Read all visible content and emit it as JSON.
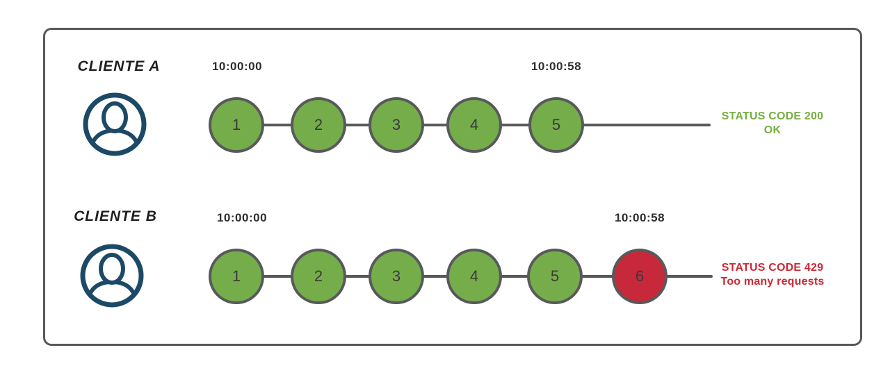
{
  "colors": {
    "success_green": "#75ad4b",
    "success_text_green": "#76b041",
    "error_red": "#c7293a",
    "error_text_red": "#cb2936",
    "connector_gray": "#58595b",
    "frame_gray": "#57585a",
    "avatar_navy": "#1c4966"
  },
  "icons": {
    "avatar": "person-circle-icon"
  },
  "clients": [
    {
      "name": "CLIENTE A",
      "start_time": "10:00:00",
      "end_time": "10:00:58",
      "requests": [
        "1",
        "2",
        "3",
        "4",
        "5"
      ],
      "status_code": "STATUS CODE 200",
      "status_detail": "OK"
    },
    {
      "name": "CLIENTE B",
      "start_time": "10:00:00",
      "end_time": "10:00:58",
      "requests": [
        "1",
        "2",
        "3",
        "4",
        "5",
        "6"
      ],
      "status_code": "STATUS CODE 429",
      "status_detail": "Too many requests"
    }
  ]
}
